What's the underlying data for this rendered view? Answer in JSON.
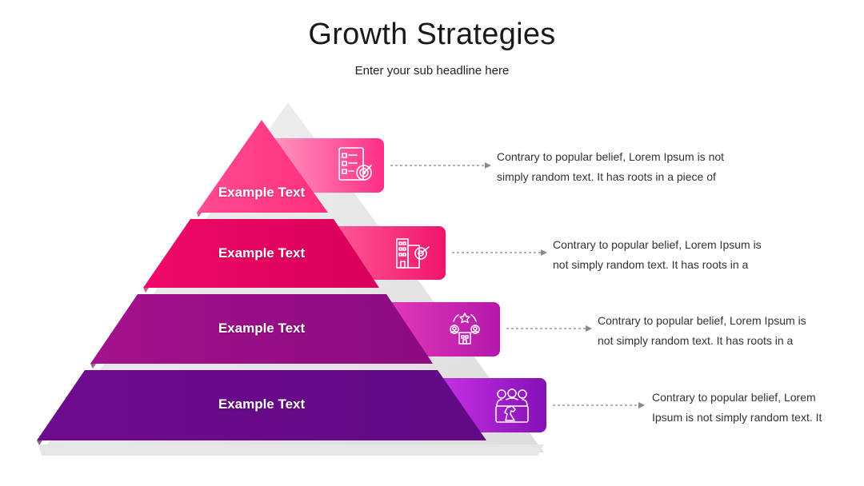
{
  "header": {
    "title": "Growth Strategies",
    "subtitle": "Enter your sub headline here"
  },
  "tiers": [
    {
      "label": "Example Text",
      "icon": "checklist-target-icon",
      "description": [
        "Contrary to popular belief, Lorem Ipsum is not",
        "simply random text. It has roots in a piece of"
      ],
      "color": "#ff3d8b"
    },
    {
      "label": "Example Text",
      "icon": "building-target-icon",
      "description": [
        "Contrary to popular belief, Lorem Ipsum is",
        "not simply random text. It has roots in a"
      ],
      "color": "#e8005f"
    },
    {
      "label": "Example Text",
      "icon": "team-building-icon",
      "description": [
        "Contrary to popular belief, Lorem Ipsum is",
        "not simply random text. It has roots in a"
      ],
      "color": "#9a0c86"
    },
    {
      "label": "Example Text",
      "icon": "team-chess-icon",
      "description": [
        "Contrary to popular belief, Lorem",
        "Ipsum is not simply random text. It"
      ],
      "color": "#6a0a8c"
    }
  ]
}
